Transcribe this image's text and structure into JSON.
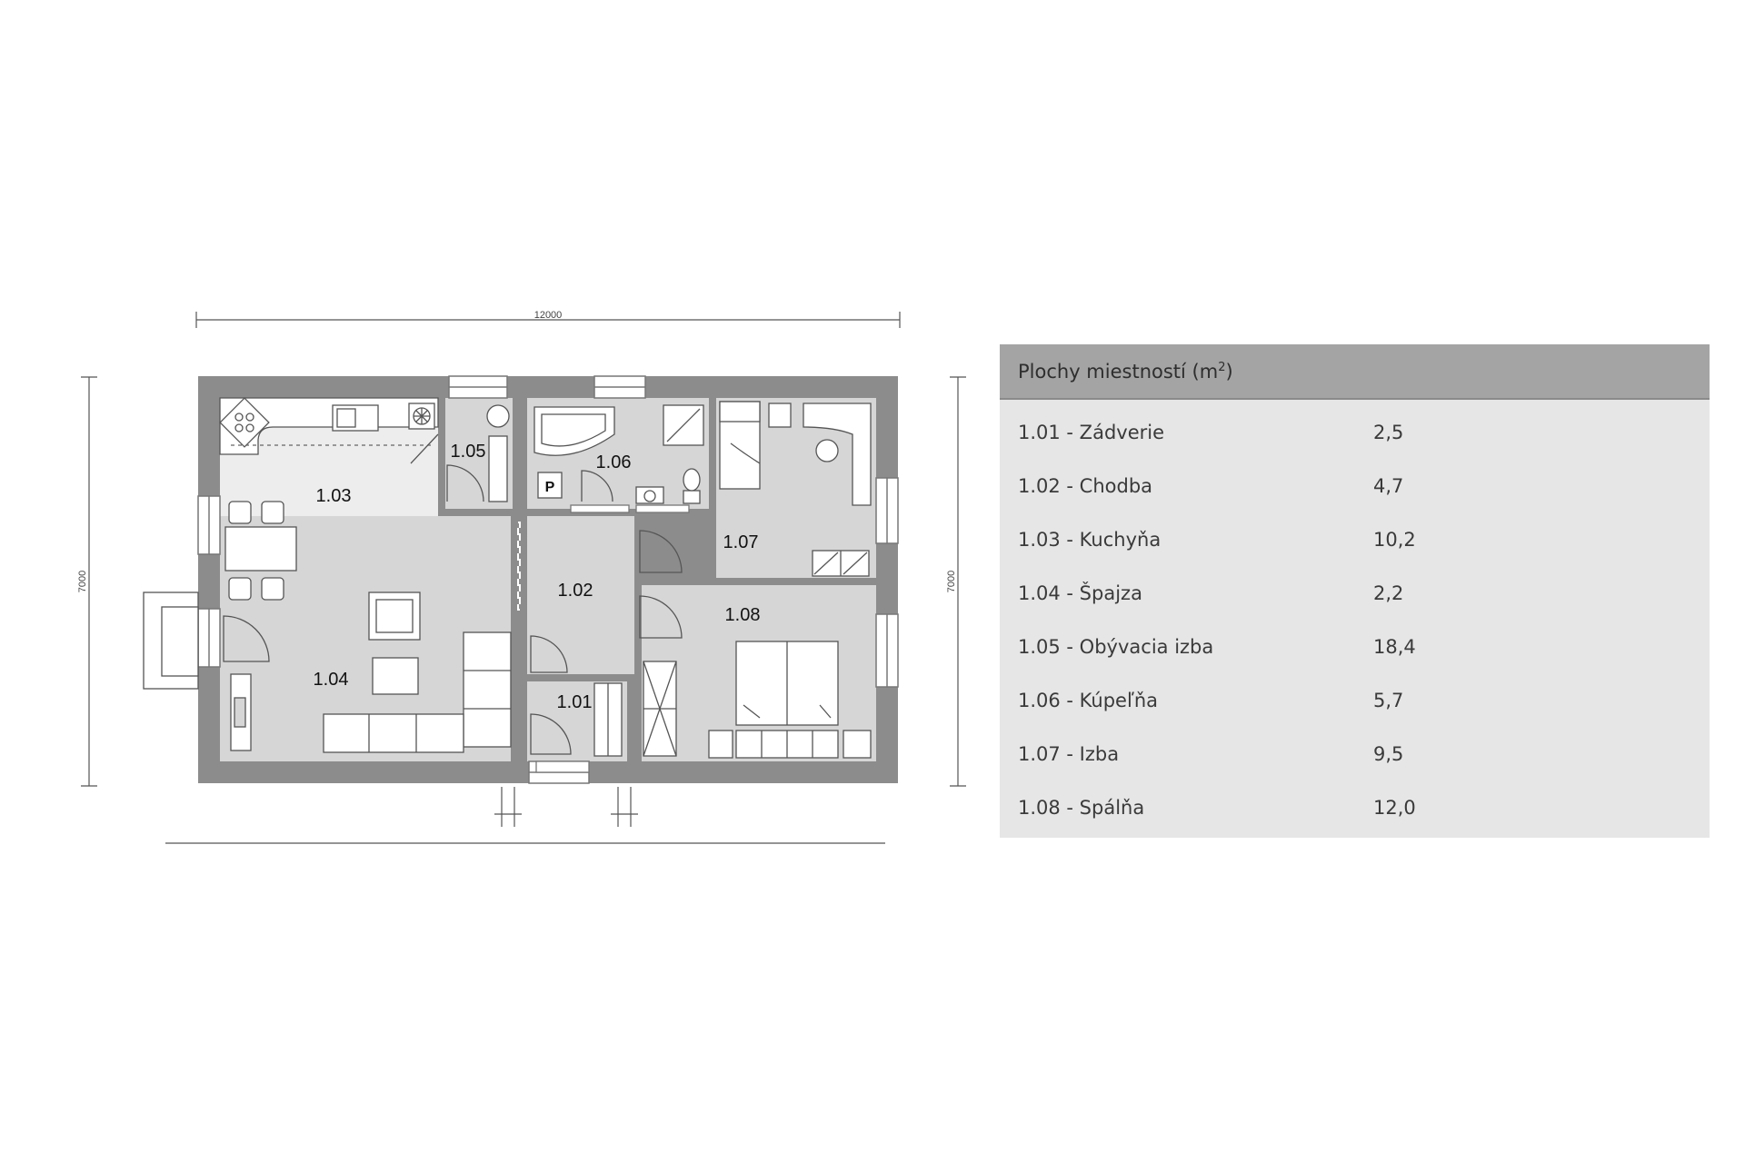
{
  "floorplan": {
    "dimensions": {
      "width": "12000",
      "height_left": "7000",
      "height_right": "7000"
    },
    "rooms": [
      {
        "id": "1.01"
      },
      {
        "id": "1.02"
      },
      {
        "id": "1.03"
      },
      {
        "id": "1.04"
      },
      {
        "id": "1.05"
      },
      {
        "id": "1.06"
      },
      {
        "id": "1.07"
      },
      {
        "id": "1.08"
      }
    ],
    "fixtures": {
      "boiler_label": "P"
    },
    "colors": {
      "wall": "#8c8c8c",
      "room_grey": "#d6d6d6",
      "room_light": "#ededed",
      "table_header": "#a4a4a4",
      "table_body": "#e6e6e6"
    }
  },
  "area_table": {
    "title_prefix": "Plochy miestností (m",
    "title_sup": "2",
    "title_suffix": ")",
    "rows": [
      {
        "name": "1.01 - Zádverie",
        "value": "2,5"
      },
      {
        "name": "1.02 - Chodba",
        "value": "4,7"
      },
      {
        "name": "1.03 - Kuchyňa",
        "value": "10,2"
      },
      {
        "name": "1.04 - Špajza",
        "value": "2,2"
      },
      {
        "name": "1.05 - Obývacia izba",
        "value": "18,4"
      },
      {
        "name": "1.06 - Kúpeľňa",
        "value": "5,7"
      },
      {
        "name": "1.07 - Izba",
        "value": "9,5"
      },
      {
        "name": "1.08 - Spálňa",
        "value": "12,0"
      }
    ]
  }
}
